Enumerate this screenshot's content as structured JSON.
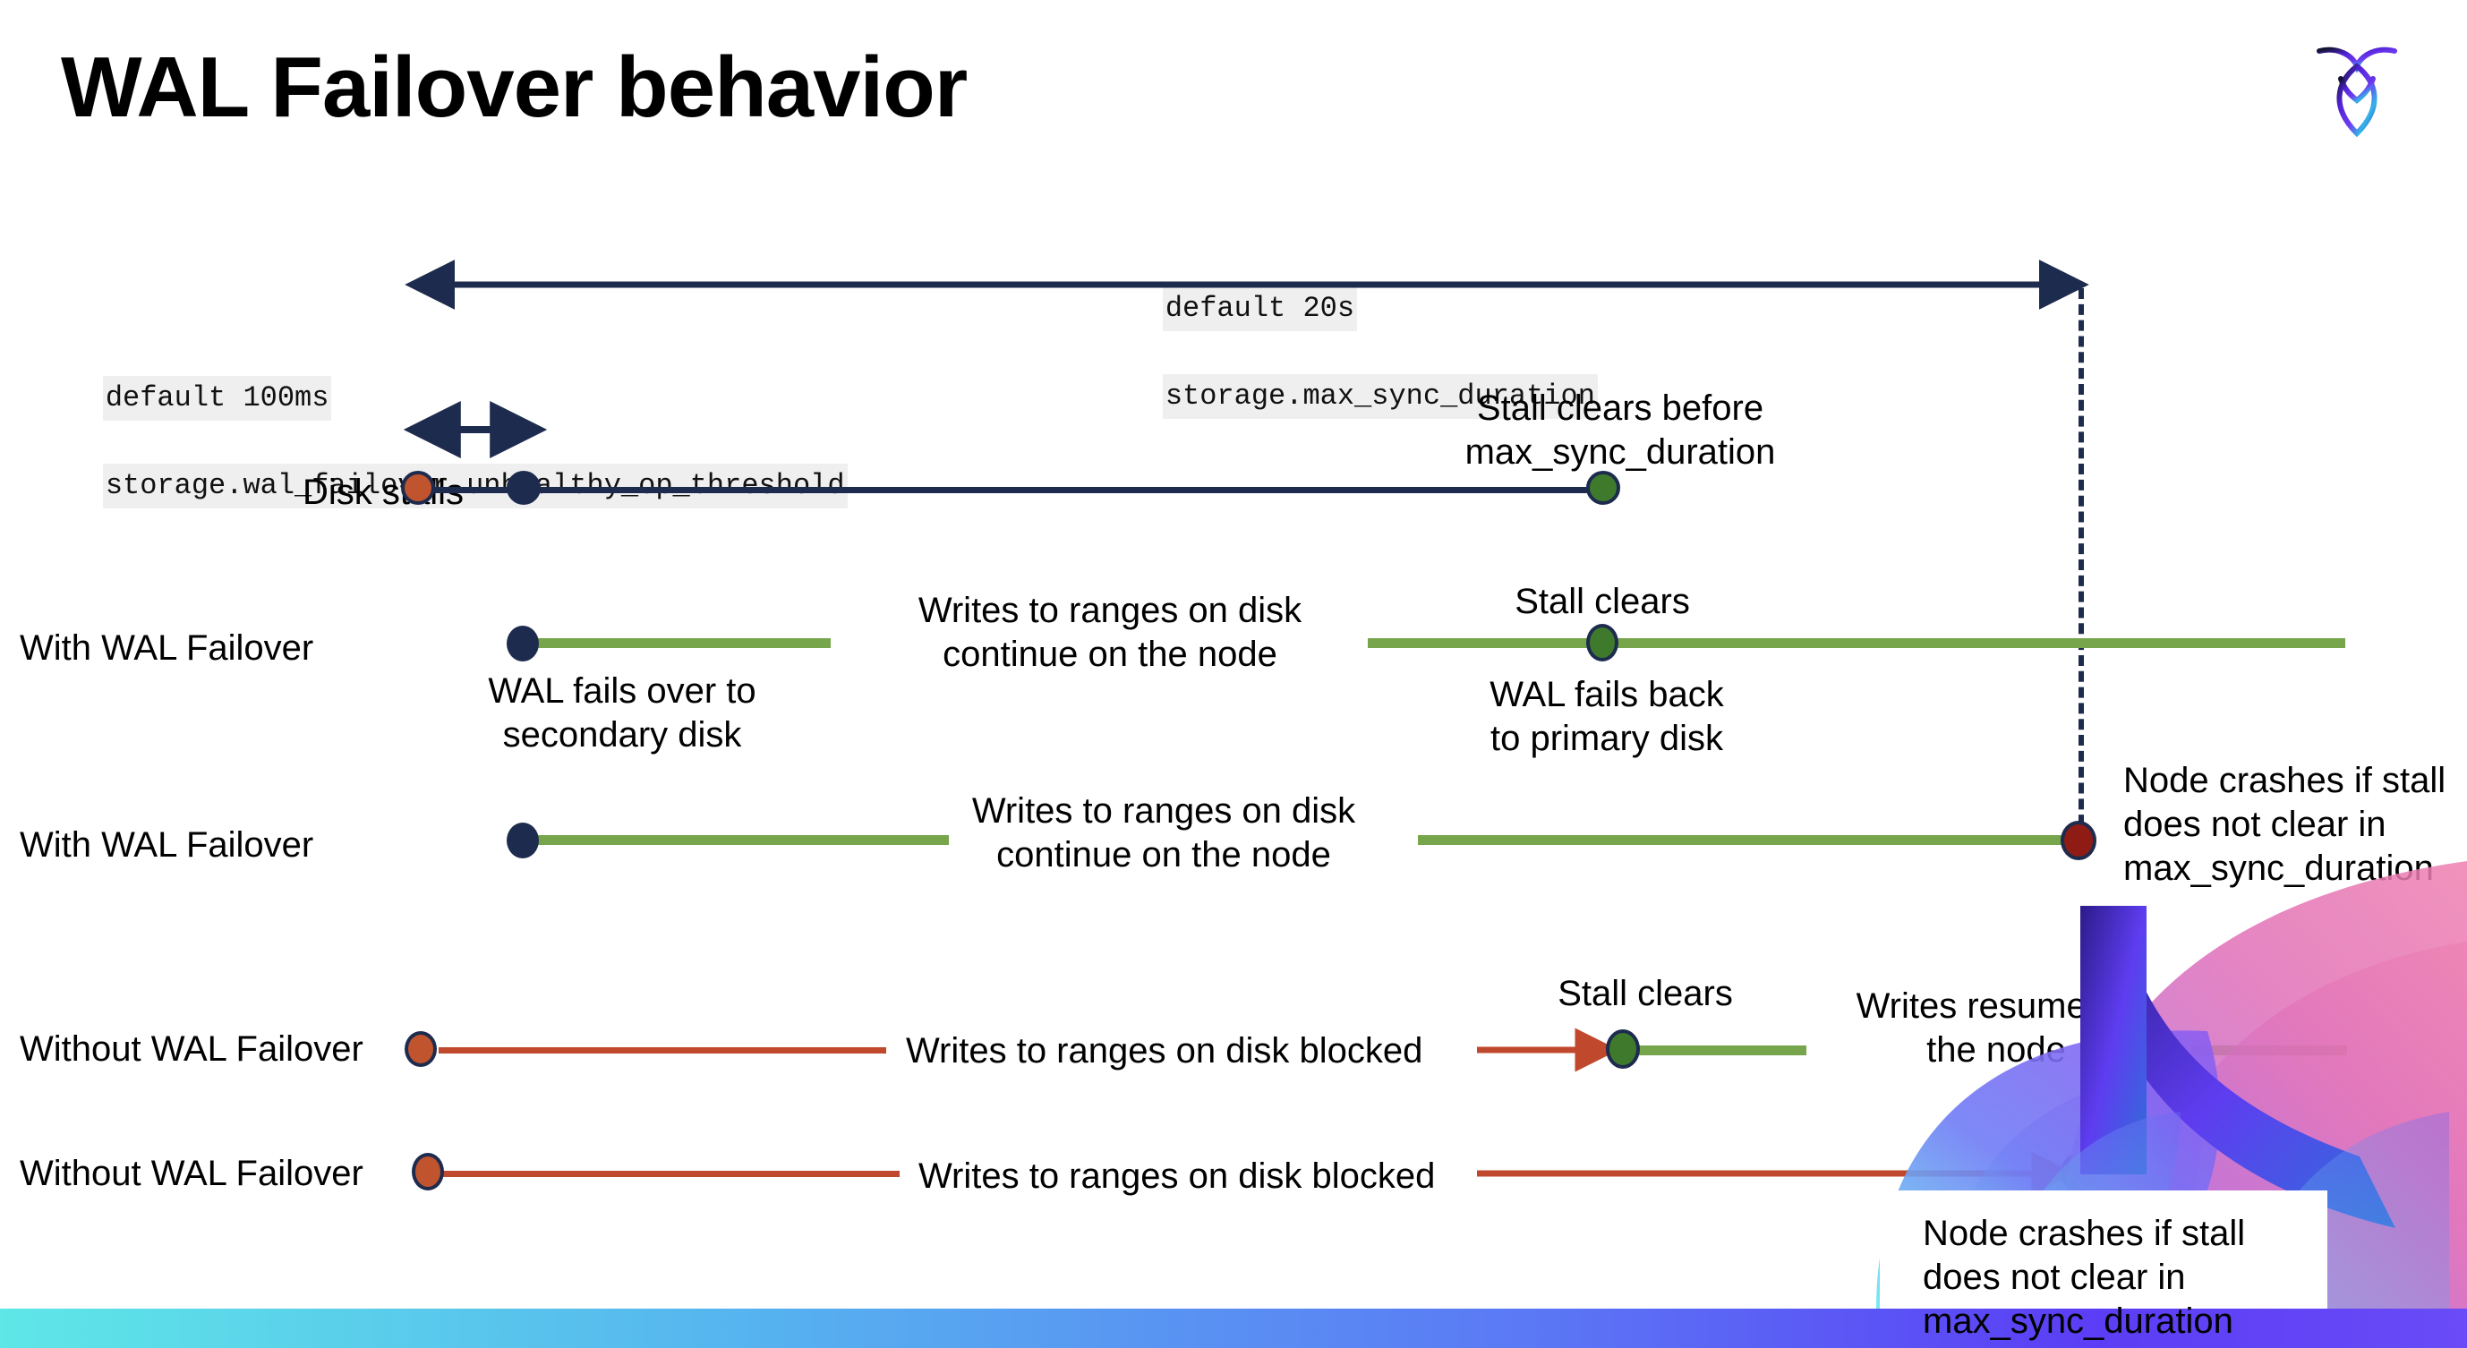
{
  "slide": {
    "title": "WAL Failover behavior",
    "logo_name": "cockroachdb-logo"
  },
  "colors": {
    "navy": "#1d2b4e",
    "orange": "#c0542f",
    "red_line": "#c0482c",
    "green_line": "#76a54c",
    "green_dot": "#3f7a2c",
    "dark_red_dot": "#8e1c15",
    "chip_bg": "#efefef",
    "gradient_start": "#5ee7e7",
    "gradient_end": "#5b3df5"
  },
  "settings": {
    "max_sync": {
      "default_label": "default 20s",
      "setting_name": "storage.max_sync_duration"
    },
    "unhealthy_op": {
      "default_label": "default 100ms",
      "setting_name": "storage.wal_failover.unhealthy_op_threshold"
    }
  },
  "rows": [
    {
      "id": "disk-stalls",
      "label": "Disk stalls",
      "notes": [
        {
          "id": "stall-clears-before",
          "text": "Stall clears before\nmax_sync_duration"
        }
      ]
    },
    {
      "id": "with-wal-failover-clears",
      "label": "With WAL Failover",
      "notes": [
        {
          "id": "writes-continue",
          "text": "Writes to ranges on disk\ncontinue on the node"
        },
        {
          "id": "stall-clears",
          "text": "Stall clears"
        },
        {
          "id": "wal-fails-over",
          "text": "WAL fails over to\nsecondary disk"
        },
        {
          "id": "wal-fails-back",
          "text": "WAL fails  back\nto primary disk"
        }
      ]
    },
    {
      "id": "with-wal-failover-crash",
      "label": "With WAL Failover",
      "notes": [
        {
          "id": "writes-continue-2",
          "text": "Writes to ranges on disk\ncontinue on the node"
        },
        {
          "id": "node-crashes-1",
          "text": "Node crashes if stall\ndoes not clear in\nmax_sync_duration"
        }
      ]
    },
    {
      "id": "without-wal-failover-clears",
      "label": "Without WAL Failover",
      "notes": [
        {
          "id": "writes-blocked",
          "text": "Writes to ranges on disk  blocked"
        },
        {
          "id": "stall-clears-2",
          "text": "Stall clears"
        },
        {
          "id": "writes-resume",
          "text": "Writes resume on\nthe node"
        }
      ]
    },
    {
      "id": "without-wal-failover-crash",
      "label": "Without WAL Failover",
      "notes": [
        {
          "id": "writes-blocked-2",
          "text": "Writes to ranges on disk  blocked"
        },
        {
          "id": "node-crashes-2",
          "text": "Node crashes if stall\ndoes not clear in\nmax_sync_duration"
        }
      ]
    }
  ]
}
